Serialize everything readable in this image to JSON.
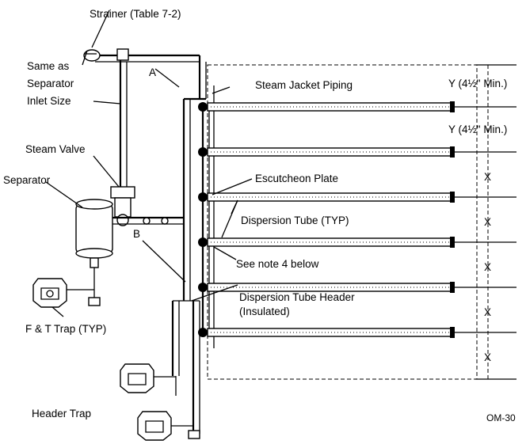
{
  "labels": {
    "strainer": "Strainer (Table 7-2)",
    "same_as": "Same as",
    "separator_word": "Separator",
    "inlet_size": "Inlet Size",
    "steam_valve": "Steam Valve",
    "separator": "Separator",
    "ft_trap": "F & T Trap (TYP)",
    "header_trap": "Header Trap",
    "point_a": "A",
    "point_b": "B",
    "steam_jacket_piping": "Steam Jacket Piping",
    "escutcheon_plate": "Escutcheon  Plate",
    "dispersion_tube": "Dispersion Tube (TYP)",
    "see_note": "See note 4 below",
    "header_line1": "Dispersion Tube Header",
    "header_line2": "(Insulated)",
    "y_dim_1": "Y (4½\" Min.)",
    "y_dim_2": "Y (4½\" Min.)",
    "x_dims": [
      "X",
      "X",
      "X",
      "X",
      "X"
    ],
    "figure_code": "OM-30"
  },
  "tube_count": 6
}
